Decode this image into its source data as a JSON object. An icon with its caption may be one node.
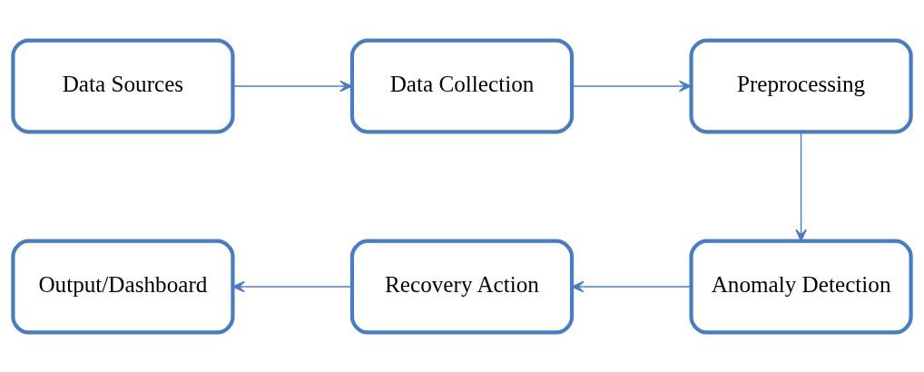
{
  "diagram": {
    "nodes": [
      {
        "text": [
          "Data Sources"
        ]
      },
      {
        "text": [
          "Data Collection"
        ]
      },
      {
        "text": [
          "Preprocessing"
        ]
      },
      {
        "text": [
          "Anomaly Detection"
        ]
      },
      {
        "text": [
          "Recovery Action"
        ]
      },
      {
        "text": [
          "Output/Dashboard"
        ]
      }
    ],
    "edges": [
      {
        "from": 0,
        "to": 1,
        "arrow": "to"
      },
      {
        "from": 1,
        "to": 2,
        "arrow": "to"
      },
      {
        "from": 2,
        "to": 3,
        "arrow": "to"
      },
      {
        "from": 3,
        "to": 4,
        "arrow": "to"
      },
      {
        "from": 4,
        "to": 5,
        "arrow": "to"
      }
    ]
  }
}
